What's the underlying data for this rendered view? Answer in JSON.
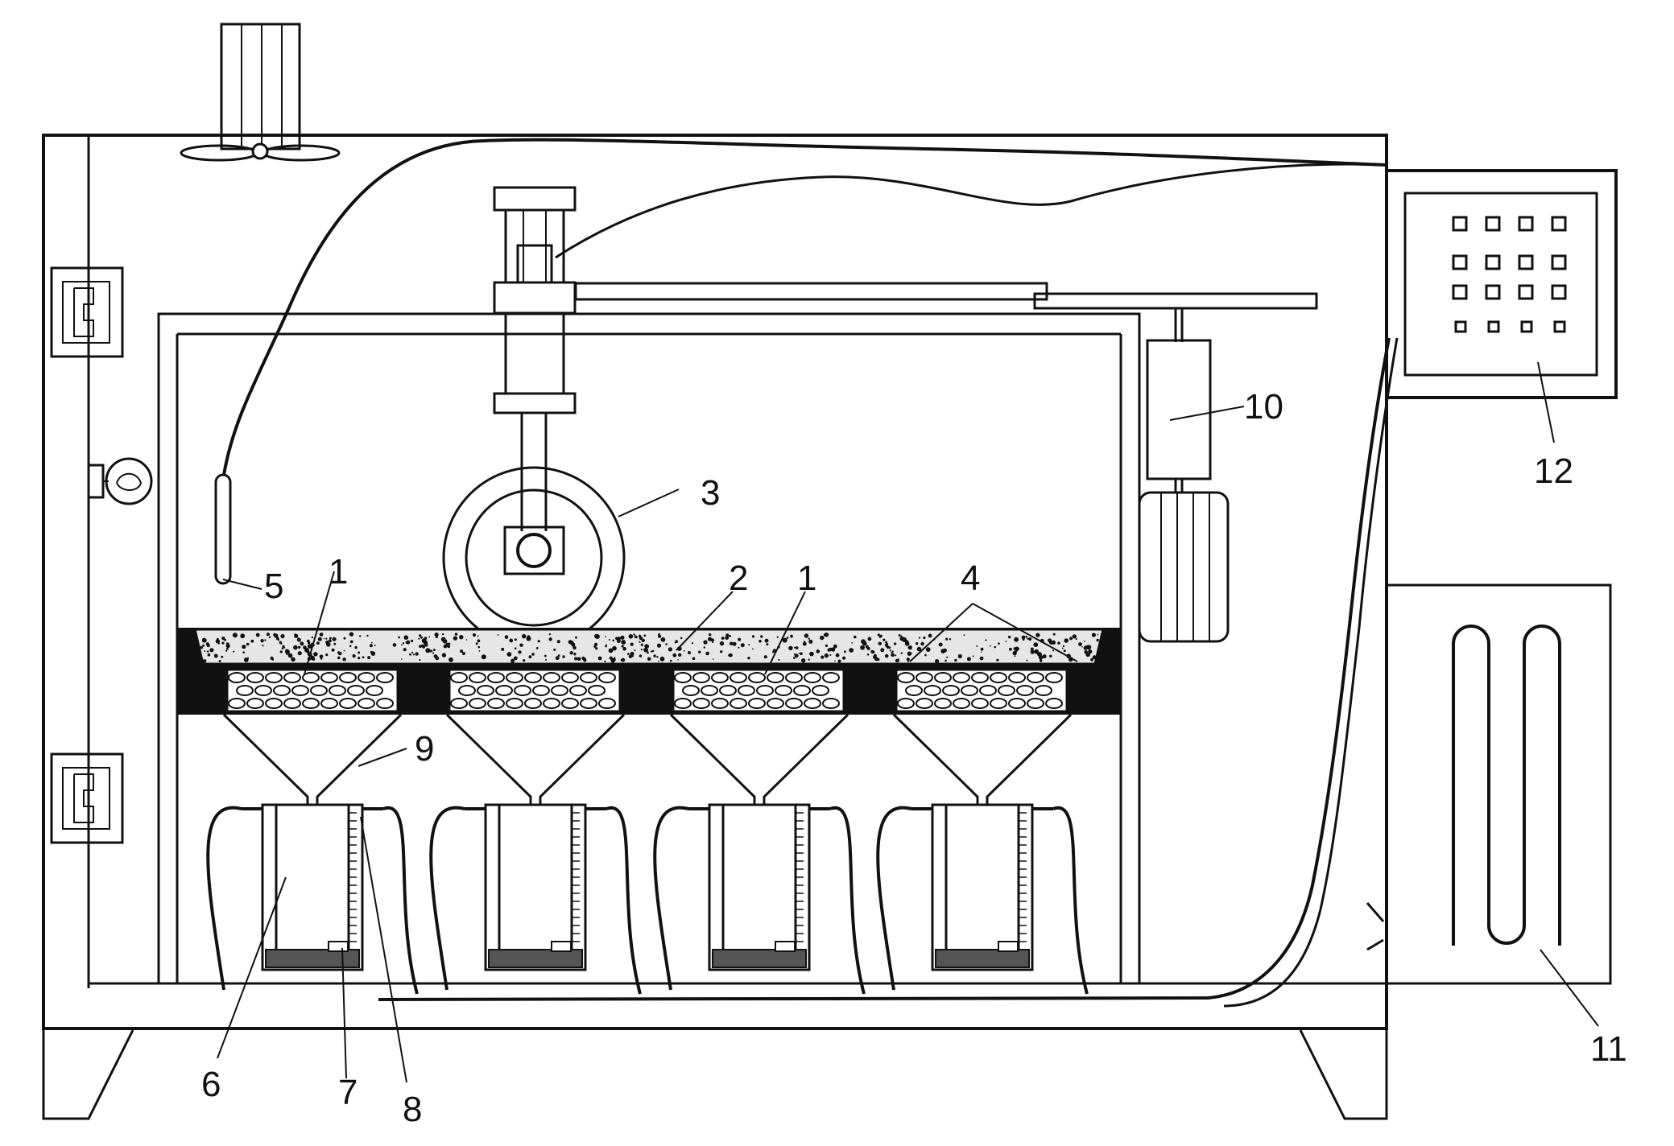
{
  "labels": {
    "l1a": "1",
    "l1b": "1",
    "l2": "2",
    "l3": "3",
    "l4": "4",
    "l5": "5",
    "l6": "6",
    "l7": "7",
    "l8": "8",
    "l9": "9",
    "l10": "10",
    "l11": "11",
    "l12": "12"
  },
  "colors": {
    "line": "#111111",
    "background": "#ffffff",
    "sealant": "#111111",
    "soil_fill": "#e6e6e6"
  },
  "icons": {
    "fan": "fan-icon",
    "lamp": "lamp-icon",
    "hinge": "hinge-icon",
    "control_panel": "control-panel-icon",
    "heater": "heater-coil-icon",
    "wheel": "roller-wheel-icon",
    "motor": "motor-icon"
  }
}
